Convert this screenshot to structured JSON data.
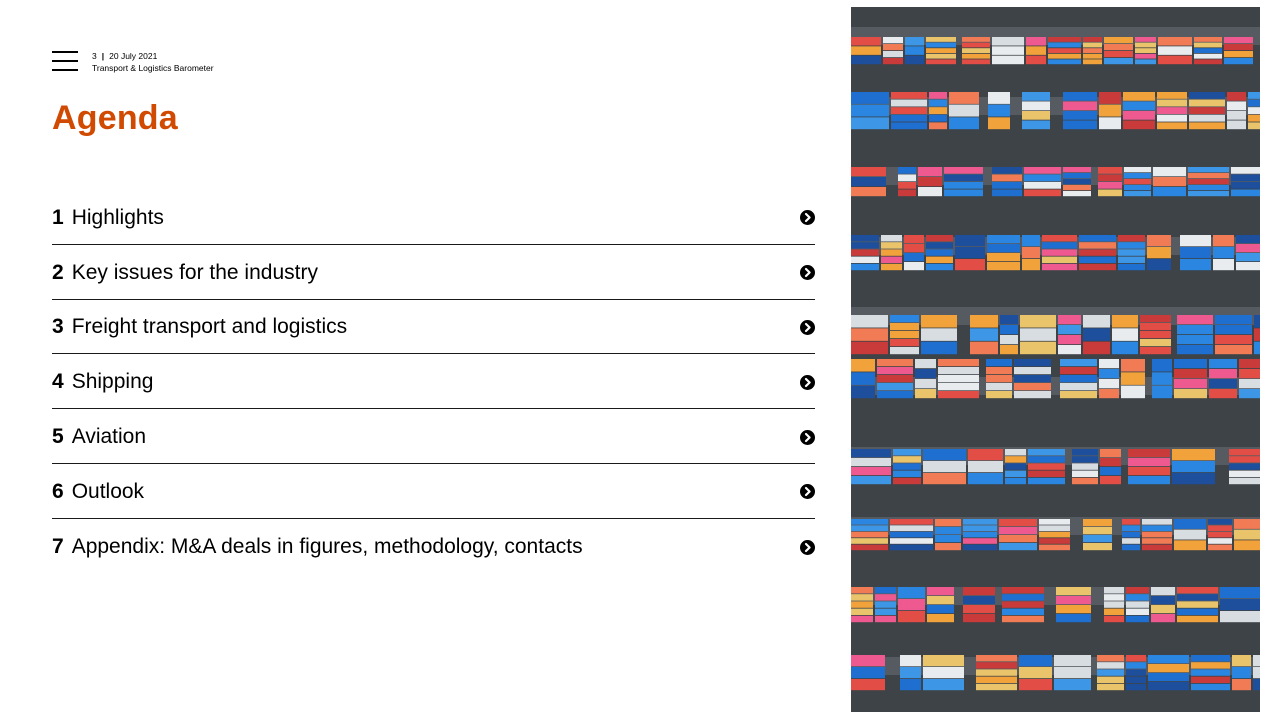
{
  "header": {
    "page_number": "3",
    "separator": "|",
    "date": "20 July 2021",
    "subtitle": "Transport & Logistics Barometer"
  },
  "title": "Agenda",
  "agenda": {
    "items": [
      {
        "number": "1",
        "label": "Highlights"
      },
      {
        "number": "2",
        "label": "Key issues for the industry"
      },
      {
        "number": "3",
        "label": "Freight transport and logistics"
      },
      {
        "number": "4",
        "label": "Shipping"
      },
      {
        "number": "5",
        "label": "Aviation"
      },
      {
        "number": "6",
        "label": "Outlook"
      },
      {
        "number": "7",
        "label": "Appendix: M&A deals in figures, methodology, contacts"
      }
    ]
  },
  "colors": {
    "accent": "#d04a02",
    "text": "#000000",
    "photo_ground": "#3d4347"
  },
  "icons": {
    "menu": "hamburger-menu-icon",
    "item_arrow": "chevron-right-circle-icon"
  },
  "photo": {
    "subject": "aerial-view-container-port"
  }
}
